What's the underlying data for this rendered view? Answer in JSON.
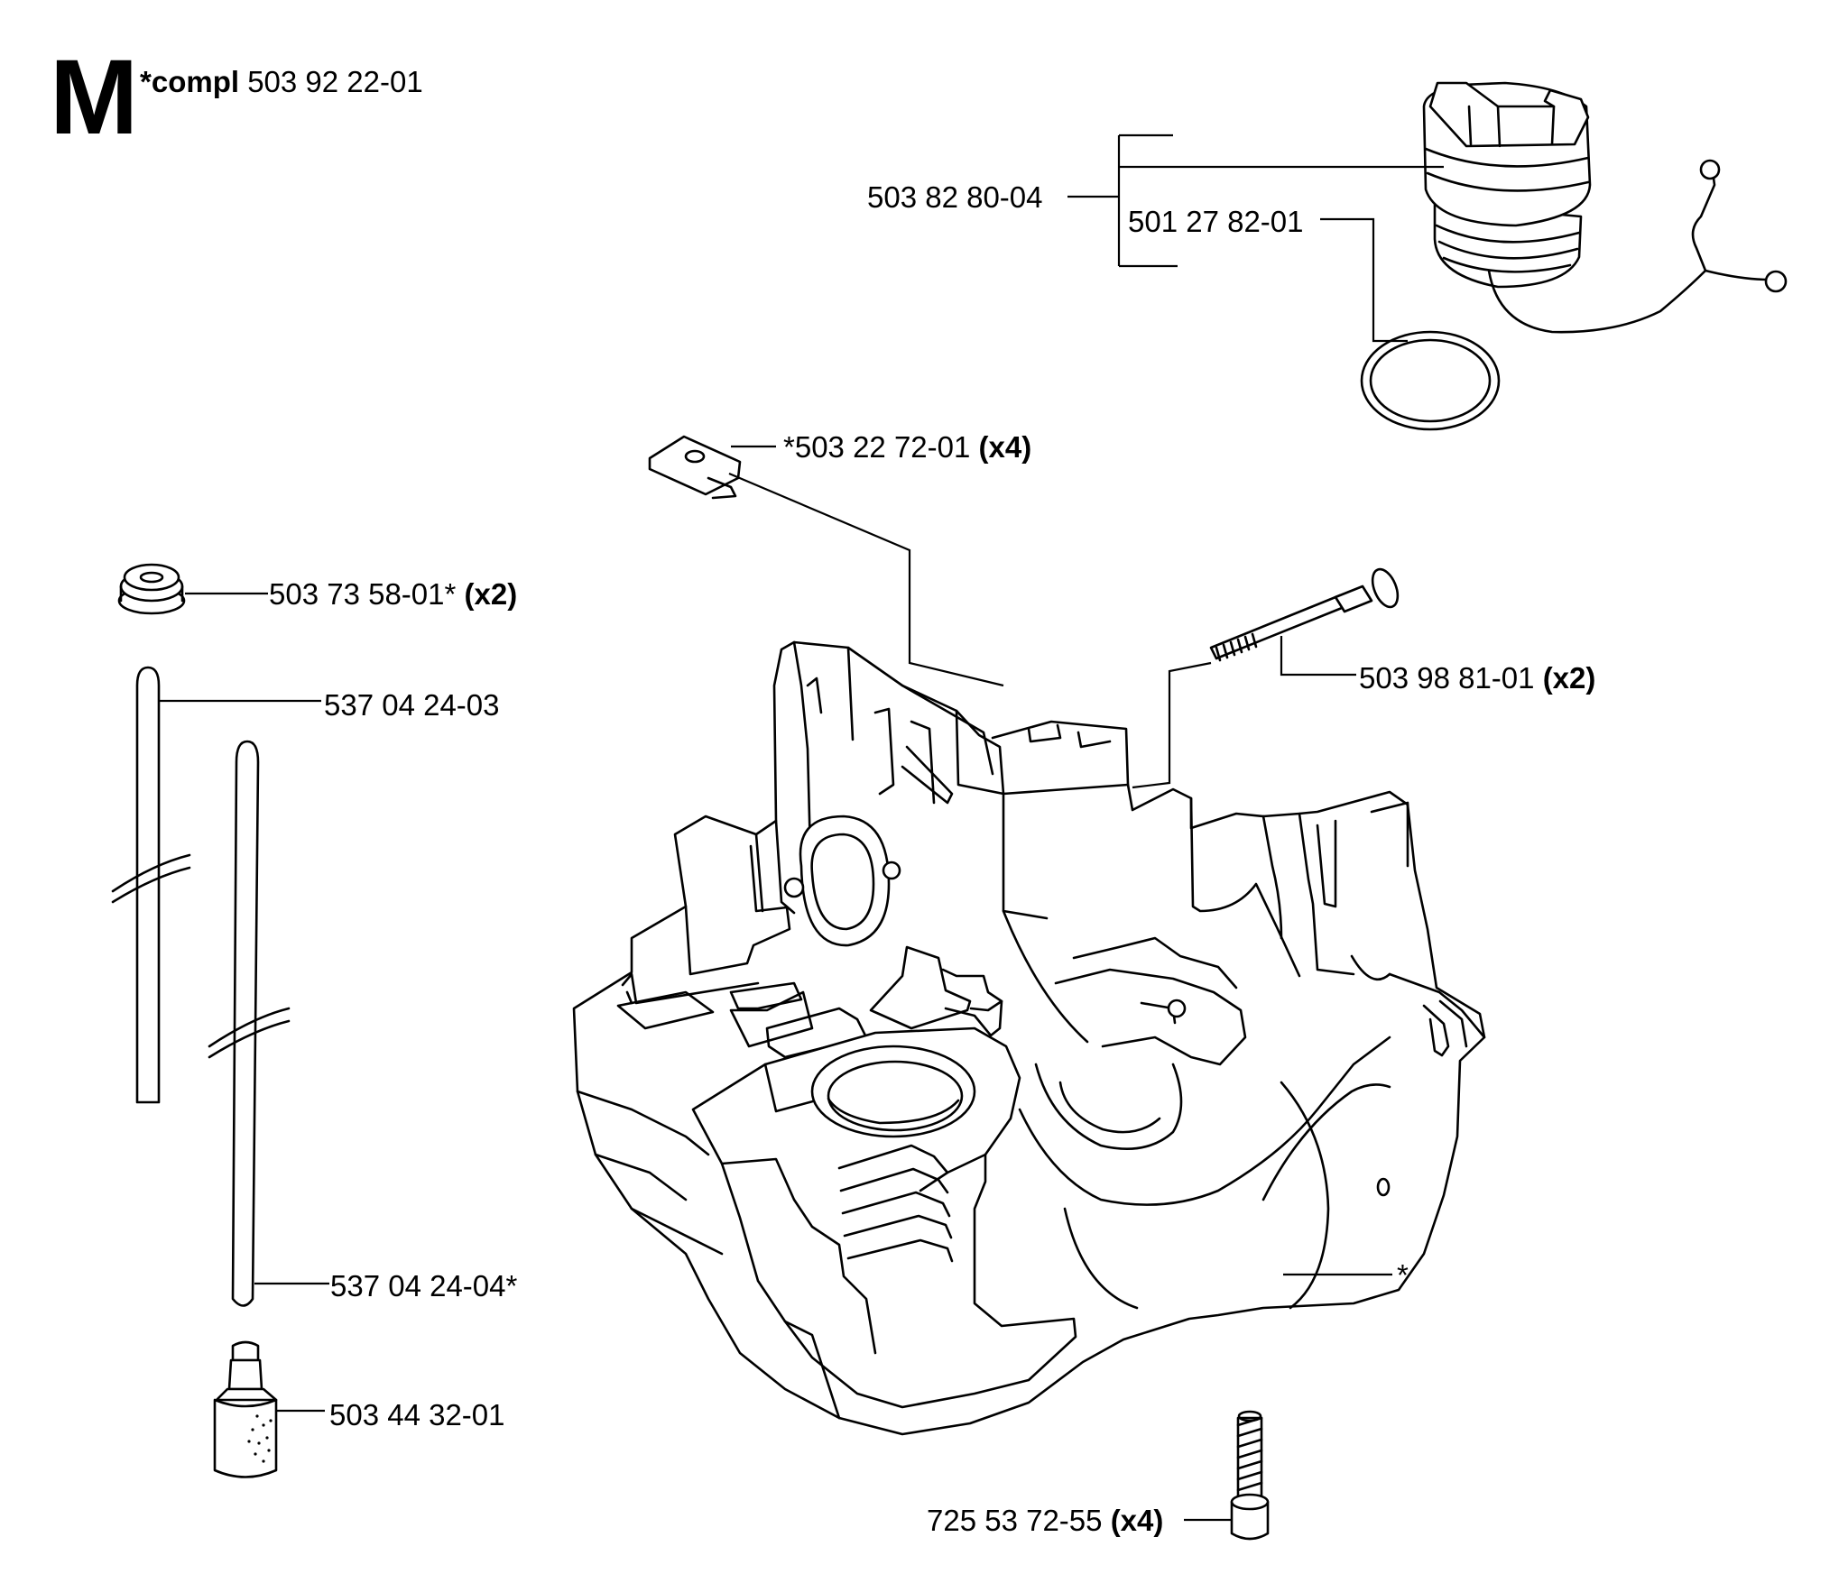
{
  "section": {
    "letter": "M",
    "compl_prefix": "*compl",
    "compl_number": "503 92 22-01"
  },
  "parts": [
    {
      "id": "oil-cap",
      "number": "503 82 80-04",
      "qty": ""
    },
    {
      "id": "o-ring",
      "number": "501 27 82-01",
      "qty": ""
    },
    {
      "id": "clip",
      "number": "*503 22 72-01",
      "qty": "(x4)"
    },
    {
      "id": "grommet",
      "number": "503 73 58-01*",
      "qty": "(x2)"
    },
    {
      "id": "hose-short",
      "number": "537 04 24-03",
      "qty": ""
    },
    {
      "id": "bolt-long",
      "number": "503 98 81-01",
      "qty": "(x2)"
    },
    {
      "id": "hose-long",
      "number": "537 04 24-04*",
      "qty": ""
    },
    {
      "id": "crankcase",
      "number": "*",
      "qty": ""
    },
    {
      "id": "fuel-filter",
      "number": "503 44 32-01",
      "qty": ""
    },
    {
      "id": "screw",
      "number": "725 53 72-55",
      "qty": "(x4)"
    }
  ]
}
